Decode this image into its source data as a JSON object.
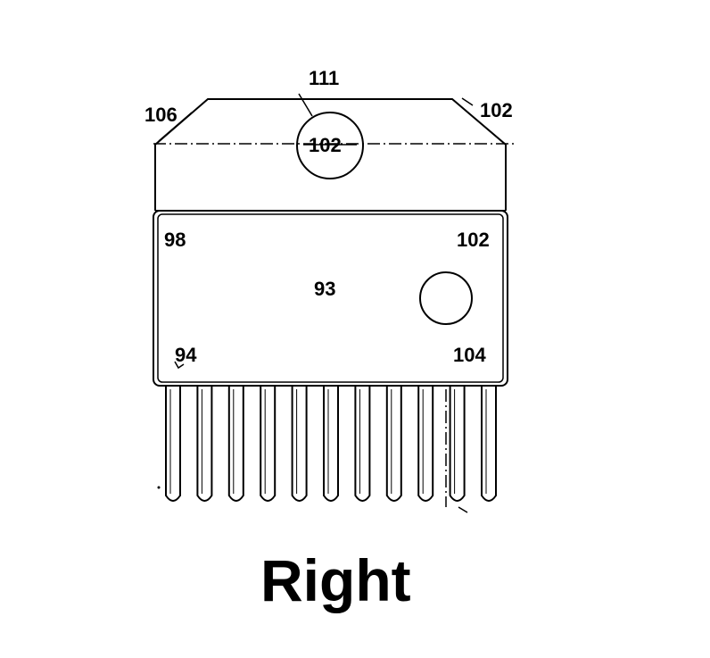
{
  "labels": {
    "top_center": "111",
    "top_left": "106",
    "top_right": "102",
    "hole_top": "102",
    "body_top_left": "98",
    "body_top_right": "102",
    "body_center": "93",
    "body_bottom_left": "94",
    "body_bottom_right": "104"
  },
  "caption": "Right",
  "pin_count": 11
}
